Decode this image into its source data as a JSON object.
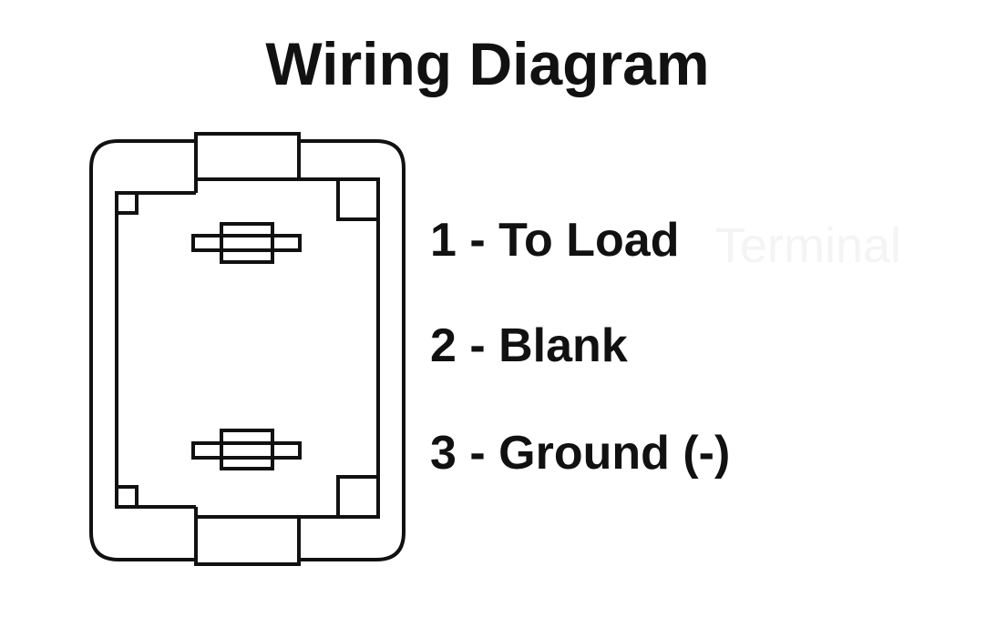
{
  "title": "Wiring Diagram",
  "pins": [
    {
      "number": "1",
      "label": "1 - To Load"
    },
    {
      "number": "2",
      "label": "2 - Blank"
    },
    {
      "number": "3",
      "label": "3 - Ground (-)"
    }
  ],
  "watermark_text": "Terminal",
  "colors": {
    "ink": "#111111",
    "background": "#ffffff",
    "watermark": "#f4f4f4"
  }
}
